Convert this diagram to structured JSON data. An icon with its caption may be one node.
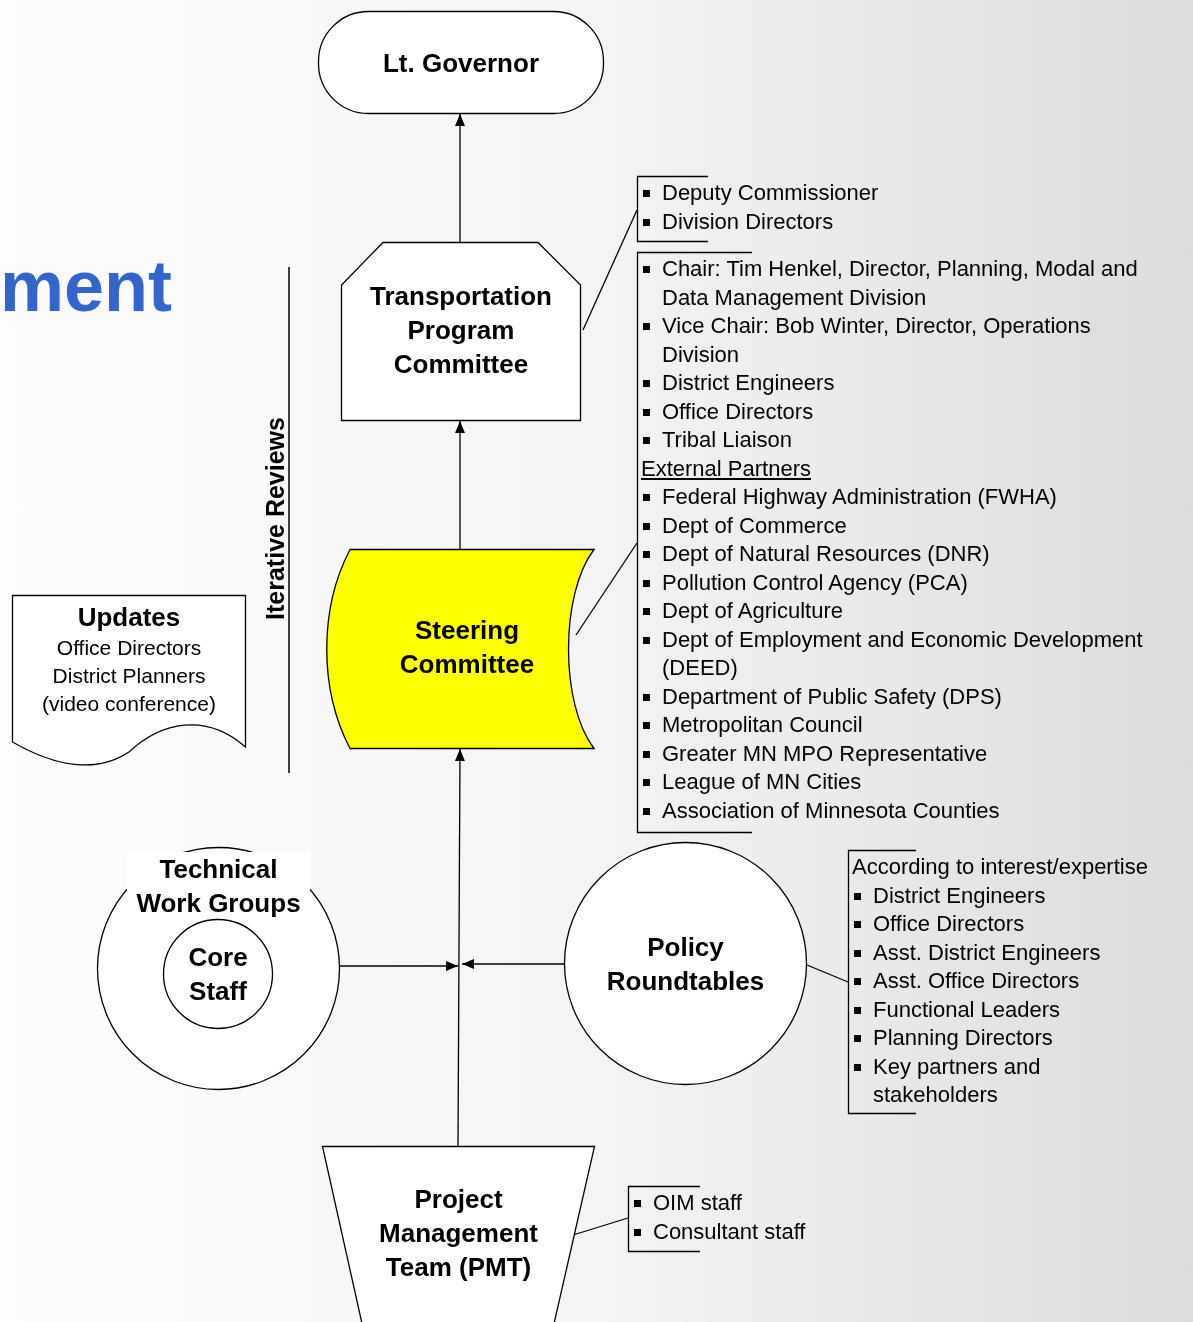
{
  "diagram": {
    "title": "ment",
    "nodes": [
      {
        "text": [
          "Lt. Governor"
        ]
      },
      {
        "text": [
          "Transportation Program Committee"
        ]
      },
      {
        "text": [
          "Deputy Commissioner",
          "Division Directors"
        ]
      },
      {
        "text": [
          "Chair: Tim Henkel, Director, Planning, Modal and Data Management Division",
          "Vice Chair: Bob Winter, Director, Operations Division",
          "District Engineers",
          "Office Directors",
          "Tribal Liaison",
          "External Partners",
          "Federal Highway Administration (FWHA)",
          "Dept of Commerce",
          "Dept of Natural Resources (DNR)",
          "Pollution Control Agency (PCA)",
          "Dept of Agriculture",
          "Dept of Employment and Economic Development (DEED)",
          "Department of Public Safety (DPS)",
          "Metropolitan Council",
          "Greater MN MPO Representative",
          "League of MN Cities",
          "Association of Minnesota Counties"
        ]
      },
      {
        "text": [
          "Steering Committee"
        ]
      },
      {
        "text": [
          "Updates",
          "Office Directors",
          "District Planners",
          "(video conference)"
        ]
      },
      {
        "text": [
          "Technical Work Groups"
        ]
      },
      {
        "text": [
          "Core Staff"
        ],
        "in": 6
      },
      {
        "text": [
          "Policy Roundtables"
        ]
      },
      {
        "text": [
          "According to interest/expertise",
          "District Engineers",
          "Office Directors",
          "Asst. District Engineers",
          "Asst. Office Directors",
          "Functional Leaders",
          "Planning Directors",
          "Key partners and stakeholders"
        ]
      },
      {
        "text": [
          "Project Management Team (PMT)"
        ]
      },
      {
        "text": [
          "OIM staff",
          "Consultant staff"
        ]
      }
    ],
    "edges": [
      {
        "from": 4,
        "to": 1,
        "arrow": "to"
      },
      {
        "from": 1,
        "to": 0,
        "arrow": "to"
      },
      {
        "from": 10,
        "to": 4,
        "arrow": "to"
      },
      {
        "from": 6,
        "to": null,
        "arrow": "to"
      },
      {
        "from": 8,
        "to": null,
        "arrow": "to"
      },
      {
        "from": 1,
        "to": 2,
        "arrow": "none"
      },
      {
        "from": 4,
        "to": 3,
        "arrow": "none"
      },
      {
        "from": 8,
        "to": 9,
        "arrow": "none"
      },
      {
        "from": 10,
        "to": 11,
        "arrow": "none"
      }
    ],
    "labels": [
      "Iterative Reviews"
    ]
  }
}
